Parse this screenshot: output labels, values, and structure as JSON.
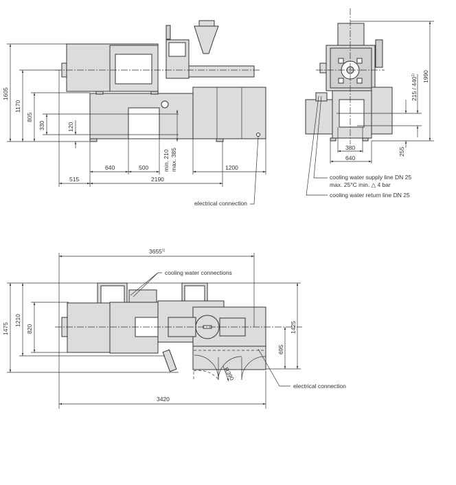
{
  "front_view": {
    "dimensions": {
      "overall_height": "1605",
      "nozzle_height": "1170",
      "base_height": "805",
      "opening_330": "330",
      "offset_120": "120",
      "min_210": "min. 210",
      "max_385": "max. 385",
      "width_640": "640",
      "width_500": "500",
      "width_1200": "1200",
      "width_515": "515",
      "width_2190": "2190"
    },
    "labels": {
      "electrical_connection": "electrical connection"
    }
  },
  "side_view": {
    "dimensions": {
      "overall_height": "1990",
      "range": "215 / 440",
      "range_sup": "1)",
      "height_255": "255",
      "width_380": "380",
      "width_640": "640"
    },
    "labels": {
      "supply_line": "cooling water supply line DN 25",
      "supply_spec": "max. 25°C min. △ 4 bar",
      "return_line": "cooling water return line DN 25"
    }
  },
  "top_view": {
    "dimensions": {
      "overall_length": "3655",
      "overall_length_sup": "1)",
      "depth_1475": "1475",
      "depth_1210": "1210",
      "depth_820": "820",
      "depth_1425": "1425",
      "depth_695": "695",
      "radius": "R390",
      "length_3420": "3420"
    },
    "labels": {
      "cooling_water_connections": "cooling water connections",
      "electrical_connection": "electrical connection"
    }
  }
}
